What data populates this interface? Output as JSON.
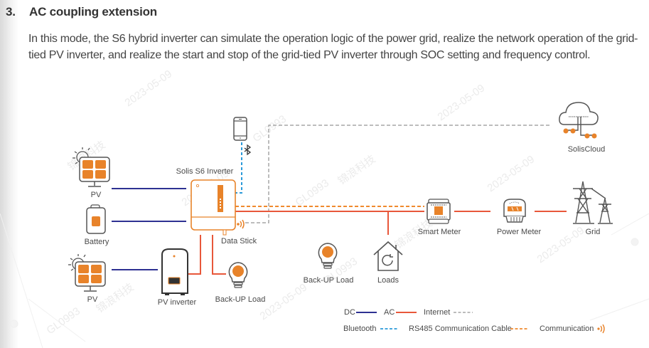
{
  "section": {
    "number": "3.",
    "title": "AC coupling extension",
    "paragraph": "In this mode, the S6 hybrid inverter can simulate the operation logic of the power grid, realize the network operation of the grid-tied PV inverter, and realize the start and stop of the grid-tied PV inverter through SOC setting and frequency control."
  },
  "diagram": {
    "labels": {
      "pv_top": "PV",
      "battery": "Battery",
      "pv_bottom": "PV",
      "pv_inverter": "PV inverter",
      "hybrid_inverter": "Solis S6 Inverter",
      "data_stick": "Data Stick",
      "backup_load_left": "Back-UP Load",
      "backup_load_mid": "Back-UP Load",
      "loads": "Loads",
      "smart_meter": "Smart Meter",
      "power_meter": "Power Meter",
      "grid": "Grid",
      "cloud": "SolisCloud"
    },
    "legend": {
      "dc": "DC",
      "ac": "AC",
      "internet": "Internet",
      "bluetooth": "Bluetooth",
      "rs485": "RS485 Communication Cable",
      "communication": "Communication"
    },
    "colors": {
      "dc": "#2e3192",
      "ac": "#e8573a",
      "internet": "#a6a6a6",
      "bluetooth": "#2b9ad9",
      "rs485": "#f08a2e",
      "accent_orange": "#e8832a",
      "icon_gray": "#555555"
    },
    "watermarks": [
      "2023-05-09",
      "GL0993",
      "锦浪科技"
    ]
  }
}
